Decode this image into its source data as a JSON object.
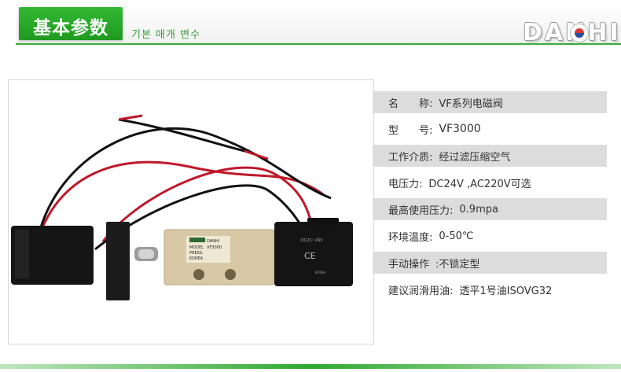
{
  "header": {
    "title": "基本参数",
    "subtitle": "기본 매개 변수",
    "brand": "DANHI"
  },
  "product_photo": {
    "label_model": "MODEL",
    "label_model_value": "VF3000",
    "label_press": "PRESS.",
    "label_coil": "DC21~26V",
    "label_ce": "CE",
    "label_korea": "KOREA"
  },
  "specs": [
    {
      "label": "名　　称:",
      "value": "VF系列电磁阀"
    },
    {
      "label": "型　　号:",
      "value": "VF3000"
    },
    {
      "label": "工作介质:",
      "value": "经过滤压缩空气"
    },
    {
      "label": "电压力:",
      "value": "DC24V ,AC220V可选"
    },
    {
      "label": "最高使用压力:",
      "value": "0.9mpa"
    },
    {
      "label": "环境温度:",
      "value": "0-50℃"
    },
    {
      "label": "手动操作",
      "value": ":不锁定型"
    },
    {
      "label": "建议润滑用油:",
      "value": "透平1号油ISOVG32"
    }
  ],
  "colors": {
    "accent_green": "#2aa52a",
    "row_gray": "#dcdcdc"
  }
}
